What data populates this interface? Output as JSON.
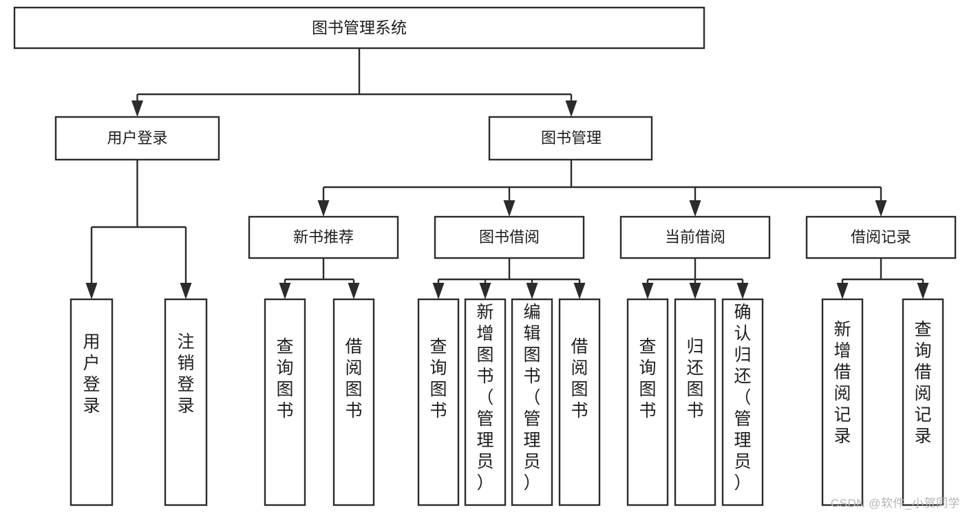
{
  "diagram": {
    "title": "图书管理系统",
    "type": "tree",
    "watermark": "CSDN @软件_小贺同学",
    "colors": {
      "stroke": "#2b2b2b",
      "fill": "#ffffff",
      "text": "#1d1d1d",
      "watermark": "#b6b6b6",
      "background": "#ffffff"
    },
    "nodes": {
      "root": {
        "label": "图书管理系统"
      },
      "level2": [
        {
          "id": "user-login",
          "label": "用户登录"
        },
        {
          "id": "book-manage",
          "label": "图书管理"
        }
      ],
      "level3": [
        {
          "id": "new-book-recommend",
          "label": "新书推荐"
        },
        {
          "id": "book-borrow",
          "label": "图书借阅"
        },
        {
          "id": "current-borrow",
          "label": "当前借阅"
        },
        {
          "id": "borrow-record",
          "label": "借阅记录"
        }
      ],
      "leaves": {
        "user-login": [
          {
            "id": "leaf-user-login",
            "label": "用户登录"
          },
          {
            "id": "leaf-user-logout",
            "label": "注销登录"
          }
        ],
        "new-book-recommend": [
          {
            "id": "leaf-query-book-1",
            "label": "查询图书"
          },
          {
            "id": "leaf-borrow-book-1",
            "label": "借阅图书"
          }
        ],
        "book-borrow": [
          {
            "id": "leaf-query-book-2",
            "label": "查询图书"
          },
          {
            "id": "leaf-add-book",
            "label": "新增图书（管理员）"
          },
          {
            "id": "leaf-edit-book",
            "label": "编辑图书（管理员）"
          },
          {
            "id": "leaf-borrow-book-2",
            "label": "借阅图书"
          }
        ],
        "current-borrow": [
          {
            "id": "leaf-query-book-3",
            "label": "查询图书"
          },
          {
            "id": "leaf-return-book",
            "label": "归还图书"
          },
          {
            "id": "leaf-confirm-return",
            "label": "确认归还（管理员）"
          }
        ],
        "borrow-record": [
          {
            "id": "leaf-add-borrow-record",
            "label": "新增借阅记录"
          },
          {
            "id": "leaf-query-borrow-record",
            "label": "查询借阅记录"
          }
        ]
      }
    }
  }
}
